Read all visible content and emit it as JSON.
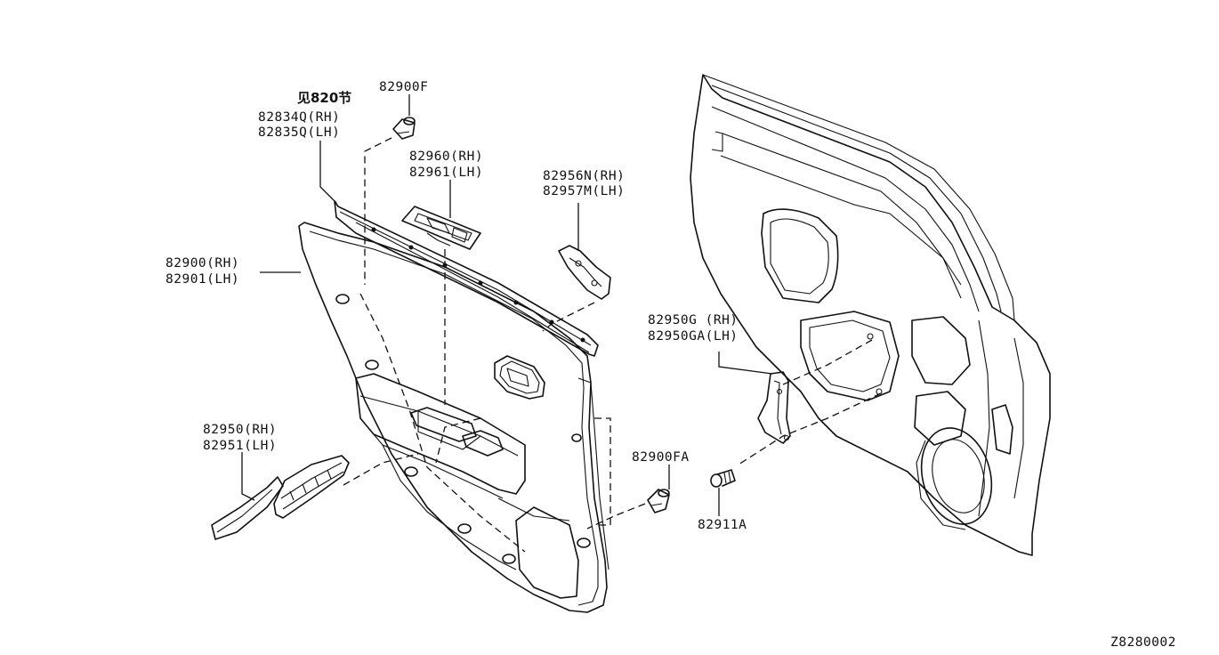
{
  "labels": {
    "ref_note": "见820节",
    "l_82834q": "82834Q(RH)",
    "l_82835q": "82835Q(LH)",
    "l_82900f": "82900F",
    "l_82960": "82960(RH)",
    "l_82961": "82961(LH)",
    "l_82956n": "82956N(RH)",
    "l_82957m": "82957M(LH)",
    "l_82900": "82900(RH)",
    "l_82901": "82901(LH)",
    "l_82950g": "82950G (RH)",
    "l_82950ga": "82950GA(LH)",
    "l_82950": "82950(RH)",
    "l_82951": "82951(LH)",
    "l_82900fa": "82900FA",
    "l_82911a": "82911A",
    "diagram_code": "Z8280002"
  }
}
